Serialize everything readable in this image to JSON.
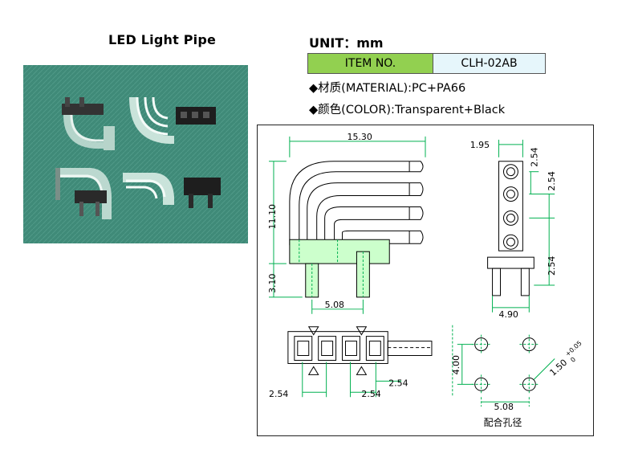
{
  "title": "LED Light Pipe",
  "unit_label": "UNIT：mm",
  "item": {
    "label": "ITEM NO.",
    "value": "CLH-02AB"
  },
  "specs": [
    {
      "bullet": "◆",
      "text": "材质(MATERIAL):PC+PA66"
    },
    {
      "bullet": "◆",
      "text": "颜色(COLOR):Transparent+Black"
    }
  ],
  "dimensions": {
    "width_15_30": "15.30",
    "height_11_10": "11.10",
    "pin_length_3_10": "3.10",
    "pin_spacing_5_08": "5.08",
    "top_width_1_95": "1.95",
    "pitch_2_54_a": "2.54",
    "pitch_2_54_b": "2.54",
    "pitch_2_54_c": "2.54",
    "base_width_4_90": "4.90",
    "bottom_2_54_left": "2.54",
    "bottom_2_54_mid": "2.54",
    "bottom_2_54_right": "2.54",
    "hole_4_00": "4.00",
    "hole_5_08": "5.08",
    "hole_diameter": "1.50",
    "hole_tol_plus": "+0.05",
    "hole_tol_minus": "0"
  },
  "hole_caption": "配合孔径",
  "colors": {
    "item_label_bg": "#92d050",
    "item_value_bg": "#e6f6fb",
    "photo_bg": "#3f8a78",
    "pin_highlight": "#ccffcc",
    "dim_green": "#00b050"
  }
}
